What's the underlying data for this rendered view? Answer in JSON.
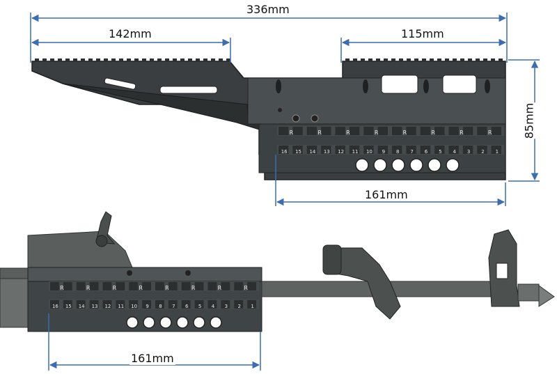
{
  "colors": {
    "dimension_line": "#3b6db0",
    "rail_dark": "#2b2f30",
    "rail_mid": "#454a4c",
    "rail_light": "#6e7476",
    "rifle_gray": "#5a5f5e",
    "rifle_dark": "#3a3e3d",
    "marking_text": "#e8e8e8"
  },
  "dimensions": {
    "overall_length": "336mm",
    "rear_section": "142mm",
    "front_section": "115mm",
    "height": "85mm",
    "rail_length_top": "161mm",
    "rail_length_bottom": "161mm"
  },
  "rail_markings": {
    "upper_row": [
      "R",
      "R",
      "R",
      "R",
      "R",
      "R",
      "R",
      "R"
    ],
    "lower_row": [
      "16",
      "15",
      "14",
      "13",
      "12",
      "11",
      "10",
      "9",
      "8",
      "7",
      "6",
      "5",
      "4",
      "3",
      "2",
      "1"
    ],
    "upper_row_bottom": [
      "R",
      "R",
      "R",
      "R",
      "R",
      "R",
      "R",
      "R"
    ],
    "lower_row_bottom": [
      "16",
      "15",
      "14",
      "13",
      "12",
      "11",
      "10",
      "9",
      "8",
      "7",
      "6",
      "5",
      "4",
      "3",
      "2",
      "1"
    ]
  },
  "icons": {
    "rail": "picatinny-rail-icon",
    "rifle": "rifle-silhouette-icon"
  }
}
